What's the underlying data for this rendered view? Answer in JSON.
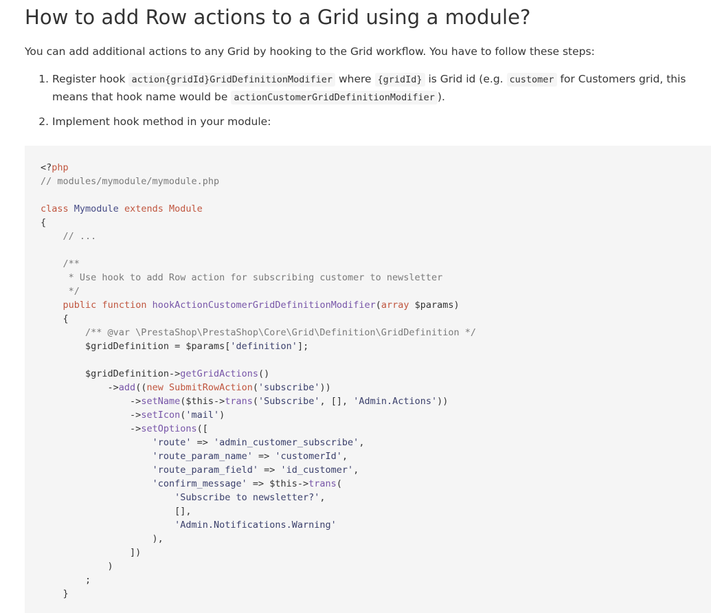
{
  "article": {
    "title": "How to add Row actions to a Grid using a module?",
    "intro": "You can add additional actions to any Grid by hooking to the Grid workflow. You have to follow these steps:",
    "steps": [
      {
        "t1": "Register hook ",
        "c1": "action{gridId}GridDefinitionModifier",
        "t2": " where ",
        "c2": "{gridId}",
        "t3": " is Grid id (e.g. ",
        "c3": "customer",
        "t4": " for Customers grid, this means that hook name would be ",
        "c4": "actionCustomerGridDefinitionModifier",
        "t5": ")."
      },
      {
        "t1": "Implement hook method in your module:"
      }
    ]
  },
  "code": {
    "language": "php",
    "lines": [
      "<?php",
      "// modules/mymodule/mymodule.php",
      "",
      "class Mymodule extends Module",
      "{",
      "    // ...",
      "",
      "    /**",
      "     * Use hook to add Row action for subscribing customer to newsletter",
      "     */",
      "    public function hookActionCustomerGridDefinitionModifier(array $params)",
      "    {",
      "        /** @var \\PrestaShop\\PrestaShop\\Core\\Grid\\Definition\\GridDefinition */",
      "        $gridDefinition = $params['definition'];",
      "",
      "        $gridDefinition->getGridActions()",
      "            ->add((new SubmitRowAction('subscribe'))",
      "                ->setName($this->trans('Subscribe', [], 'Admin.Actions'))",
      "                ->setIcon('mail')",
      "                ->setOptions([",
      "                    'route' => 'admin_customer_subscribe',",
      "                    'route_param_name' => 'customerId',",
      "                    'route_param_field' => 'id_customer',",
      "                    'confirm_message' => $this->trans(",
      "                        'Subscribe to newsletter?',",
      "                        [],",
      "                        'Admin.Notifications.Warning'",
      "                    ),",
      "                ])",
      "            )",
      "        ;",
      "    }"
    ]
  }
}
